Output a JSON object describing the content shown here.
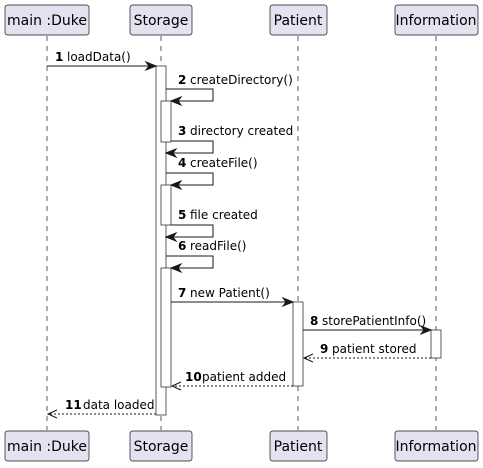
{
  "participants": [
    {
      "id": "duke",
      "label": "main :Duke"
    },
    {
      "id": "storage",
      "label": "Storage"
    },
    {
      "id": "patient",
      "label": "Patient"
    },
    {
      "id": "information",
      "label": "Information"
    }
  ],
  "messages": [
    {
      "num": "1",
      "text": "loadData()",
      "from": "duke",
      "to": "storage",
      "style": "sync"
    },
    {
      "num": "2",
      "text": "createDirectory()",
      "from": "storage",
      "to": "storage",
      "style": "self"
    },
    {
      "num": "3",
      "text": "directory created",
      "from": "storage",
      "to": "storage",
      "style": "self"
    },
    {
      "num": "4",
      "text": "createFile()",
      "from": "storage",
      "to": "storage",
      "style": "self"
    },
    {
      "num": "5",
      "text": "file created",
      "from": "storage",
      "to": "storage",
      "style": "self"
    },
    {
      "num": "6",
      "text": "readFile()",
      "from": "storage",
      "to": "storage",
      "style": "self"
    },
    {
      "num": "7",
      "text": "new Patient()",
      "from": "storage",
      "to": "patient",
      "style": "sync"
    },
    {
      "num": "8",
      "text": "storePatientInfo()",
      "from": "patient",
      "to": "information",
      "style": "sync"
    },
    {
      "num": "9",
      "text": "patient stored",
      "from": "information",
      "to": "patient",
      "style": "return"
    },
    {
      "num": "10",
      "text": "patient added",
      "from": "patient",
      "to": "storage",
      "style": "return"
    },
    {
      "num": "11",
      "text": "data loaded",
      "from": "storage",
      "to": "duke",
      "style": "return"
    }
  ]
}
